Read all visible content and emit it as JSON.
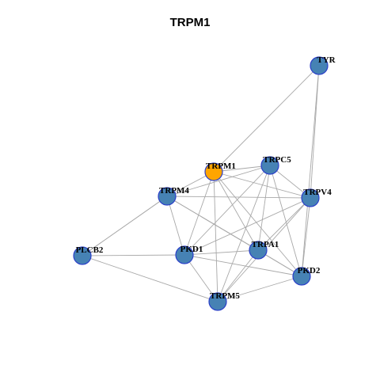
{
  "title": "TRPM1",
  "colors": {
    "edge": "#a8a8a8",
    "node_default": "#4682b4",
    "node_focus": "#ffa500",
    "node_border": "#2b3fc9"
  },
  "nodes": [
    {
      "id": "TYR",
      "label": "TYR",
      "focus": false
    },
    {
      "id": "TRPC5",
      "label": "TRPC5",
      "focus": false
    },
    {
      "id": "TRPM1",
      "label": "TRPM1",
      "focus": true
    },
    {
      "id": "TRPM4",
      "label": "TRPM4",
      "focus": false
    },
    {
      "id": "TRPV4",
      "label": "TRPV4",
      "focus": false
    },
    {
      "id": "PLCB2",
      "label": "PLCB2",
      "focus": false
    },
    {
      "id": "PKD1",
      "label": "PKD1",
      "focus": false
    },
    {
      "id": "TRPA1",
      "label": "TRPA1",
      "focus": false
    },
    {
      "id": "PKD2",
      "label": "PKD2",
      "focus": false
    },
    {
      "id": "TRPM5",
      "label": "TRPM5",
      "focus": false
    }
  ],
  "edges": [
    [
      "TYR",
      "TRPM1"
    ],
    [
      "TYR",
      "TRPV4"
    ],
    [
      "TYR",
      "PKD2"
    ],
    [
      "TRPM1",
      "TRPC5"
    ],
    [
      "TRPM1",
      "TRPM4"
    ],
    [
      "TRPM1",
      "TRPV4"
    ],
    [
      "TRPM1",
      "PKD1"
    ],
    [
      "TRPM1",
      "TRPA1"
    ],
    [
      "TRPM1",
      "PKD2"
    ],
    [
      "TRPM1",
      "TRPM5"
    ],
    [
      "TRPC5",
      "TRPM4"
    ],
    [
      "TRPC5",
      "TRPV4"
    ],
    [
      "TRPC5",
      "PKD1"
    ],
    [
      "TRPC5",
      "TRPA1"
    ],
    [
      "TRPC5",
      "PKD2"
    ],
    [
      "TRPC5",
      "TRPM5"
    ],
    [
      "TRPM4",
      "TRPV4"
    ],
    [
      "TRPM4",
      "PLCB2"
    ],
    [
      "TRPM4",
      "PKD1"
    ],
    [
      "TRPM4",
      "TRPA1"
    ],
    [
      "TRPM4",
      "PKD2"
    ],
    [
      "TRPV4",
      "PKD1"
    ],
    [
      "TRPV4",
      "TRPA1"
    ],
    [
      "TRPV4",
      "PKD2"
    ],
    [
      "TRPV4",
      "TRPM5"
    ],
    [
      "PLCB2",
      "TRPM4"
    ],
    [
      "PLCB2",
      "PKD1"
    ],
    [
      "PLCB2",
      "TRPM5"
    ],
    [
      "PKD1",
      "TRPA1"
    ],
    [
      "PKD1",
      "PKD2"
    ],
    [
      "PKD1",
      "TRPM5"
    ],
    [
      "TRPA1",
      "PKD2"
    ],
    [
      "TRPA1",
      "TRPM5"
    ],
    [
      "PKD2",
      "TRPM5"
    ]
  ]
}
